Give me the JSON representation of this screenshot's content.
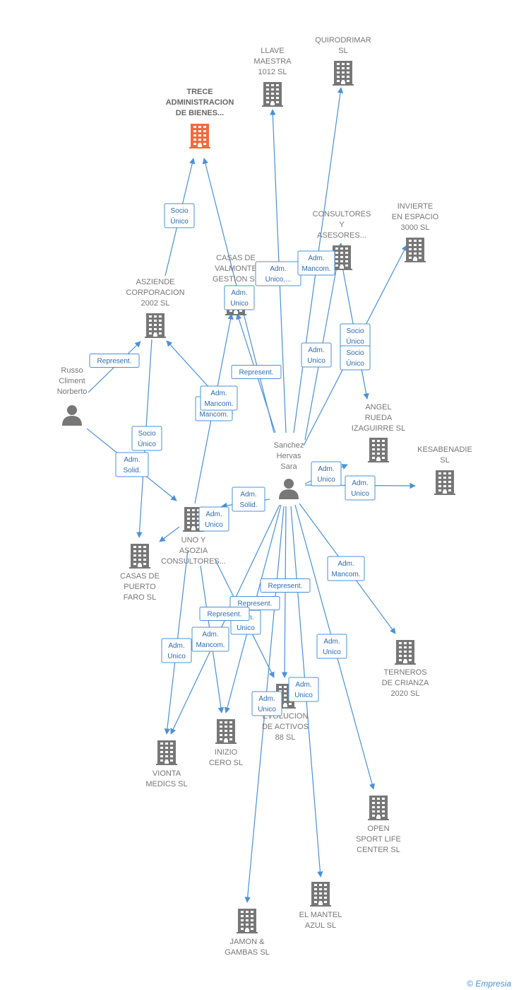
{
  "colors": {
    "edge": "#4a90d9",
    "building": "#777777",
    "highlight": "#f26a3d",
    "person": "#777777"
  },
  "nodes": [
    {
      "id": "trece",
      "type": "company",
      "highlight": true,
      "lines": [
        "TRECE",
        "ADMINISTRACION",
        "DE BIENES..."
      ]
    },
    {
      "id": "llave",
      "type": "company",
      "lines": [
        "LLAVE",
        "MAESTRA",
        "1012  SL"
      ]
    },
    {
      "id": "quiro",
      "type": "company",
      "lines": [
        "QUIRODRIMAR",
        "SL"
      ]
    },
    {
      "id": "consultores",
      "type": "company",
      "lines": [
        "CONSULTORES",
        "Y",
        "ASESORES..."
      ]
    },
    {
      "id": "invierte",
      "type": "company",
      "lines": [
        "INVIERTE",
        "EN ESPACIO",
        "3000  SL"
      ]
    },
    {
      "id": "casasval",
      "type": "company",
      "lines": [
        "CASAS DE",
        "VALMONTE",
        "GESTION  SL"
      ]
    },
    {
      "id": "asziende",
      "type": "company",
      "lines": [
        "ASZIENDE",
        "CORPORACION",
        "2002  SL"
      ]
    },
    {
      "id": "russo",
      "type": "person",
      "lines": [
        "Russo",
        "Climent",
        "Norberto"
      ]
    },
    {
      "id": "angel",
      "type": "company",
      "lines": [
        "ANGEL",
        "RUEDA",
        "IZAGUIRRE  SL"
      ]
    },
    {
      "id": "kesa",
      "type": "company",
      "lines": [
        "KESABENADIE",
        "SL"
      ]
    },
    {
      "id": "sanchez",
      "type": "person",
      "lines": [
        "Sanchez",
        "Hervas",
        "Sara"
      ]
    },
    {
      "id": "unoy",
      "type": "company",
      "lines": [
        "UNO Y",
        "ASOZIA",
        "CONSULTORES..."
      ]
    },
    {
      "id": "casaspuerto",
      "type": "company",
      "lines": [
        "CASAS DE",
        "PUERTO",
        "FARO  SL"
      ]
    },
    {
      "id": "terneros",
      "type": "company",
      "lines": [
        "TERNEROS",
        "DE CRIANZA",
        "2020  SL"
      ]
    },
    {
      "id": "evolucion",
      "type": "company",
      "lines": [
        "EVOLUCION",
        "DE ACTIVOS",
        "88  SL"
      ]
    },
    {
      "id": "inizio",
      "type": "company",
      "lines": [
        "INIZIO",
        "CERO  SL"
      ]
    },
    {
      "id": "vionta",
      "type": "company",
      "lines": [
        "VIONTA",
        "MEDICS  SL"
      ]
    },
    {
      "id": "open",
      "type": "company",
      "lines": [
        "OPEN",
        "SPORT LIFE",
        "CENTER SL"
      ]
    },
    {
      "id": "mantel",
      "type": "company",
      "lines": [
        "EL MANTEL",
        "AZUL  SL"
      ]
    },
    {
      "id": "jamon",
      "type": "company",
      "lines": [
        "JAMON &",
        "GAMBAS  SL"
      ]
    }
  ],
  "edges": [
    {
      "from": "asziende",
      "to": "trece",
      "lines": [
        "Socio",
        "Único"
      ]
    },
    {
      "from": "sanchez",
      "to": "trece",
      "lines": [
        "Adm.",
        "Mancom."
      ]
    },
    {
      "from": "sanchez",
      "to": "llave",
      "lines": [
        "Adm.",
        "Unico,..."
      ]
    },
    {
      "from": "sanchez",
      "to": "quiro",
      "lines": [
        "Adm.",
        "Mancom."
      ]
    },
    {
      "from": "sanchez",
      "to": "consultores",
      "lines": [
        "Adm.",
        "Unico"
      ]
    },
    {
      "from": "consultores",
      "to": "angel",
      "lines": [
        "Socio",
        "Único"
      ]
    },
    {
      "from": "sanchez",
      "to": "invierte",
      "lines": [
        "Socio",
        "Único"
      ]
    },
    {
      "from": "sanchez",
      "to": "casasval",
      "lines": [
        "Represent."
      ]
    },
    {
      "from": "unoy",
      "to": "casasval",
      "lines": [
        "Adm.",
        "Unico"
      ]
    },
    {
      "from": "sanchez",
      "to": "asziende",
      "lines": [
        "Adm.",
        "Mancom."
      ]
    },
    {
      "from": "russo",
      "to": "asziende",
      "lines": [
        "Represent."
      ]
    },
    {
      "from": "russo",
      "to": "unoy",
      "lines": [
        "Adm.",
        "Solid."
      ]
    },
    {
      "from": "asziende",
      "to": "casaspuerto",
      "lines": [
        "Socio",
        "Único"
      ]
    },
    {
      "from": "sanchez",
      "to": "angel",
      "lines": [
        "Adm.",
        "Unico"
      ]
    },
    {
      "from": "sanchez",
      "to": "kesa",
      "lines": [
        "Adm.",
        "Unico"
      ]
    },
    {
      "from": "sanchez",
      "to": "unoy",
      "lines": [
        "Adm.",
        "Solid."
      ]
    },
    {
      "from": "unoy",
      "to": "casaspuerto",
      "lines": [
        "Adm.",
        "Unico"
      ]
    },
    {
      "from": "sanchez",
      "to": "terneros",
      "lines": [
        "Adm.",
        "Mancom."
      ]
    },
    {
      "from": "sanchez",
      "to": "evolucion",
      "lines": [
        "Represent."
      ]
    },
    {
      "from": "unoy",
      "to": "evolucion",
      "lines": [
        "Represent."
      ]
    },
    {
      "from": "sanchez",
      "to": "inizio",
      "lines": [
        "Adm.",
        "Unico"
      ]
    },
    {
      "from": "unoy",
      "to": "inizio",
      "lines": [
        "Represent."
      ]
    },
    {
      "from": "sanchez",
      "to": "vionta",
      "lines": [
        "Adm.",
        "Mancom."
      ]
    },
    {
      "from": "unoy",
      "to": "vionta",
      "lines": [
        "Adm.",
        "Unico"
      ]
    },
    {
      "from": "sanchez",
      "to": "open",
      "lines": [
        "Adm.",
        "Unico"
      ]
    },
    {
      "from": "sanchez",
      "to": "mantel",
      "lines": [
        "Adm.",
        "Unico"
      ]
    },
    {
      "from": "sanchez",
      "to": "jamon",
      "lines": [
        "Adm.",
        "Unico"
      ]
    }
  ],
  "footer": {
    "copyright": "©",
    "brand": "Empresia"
  }
}
